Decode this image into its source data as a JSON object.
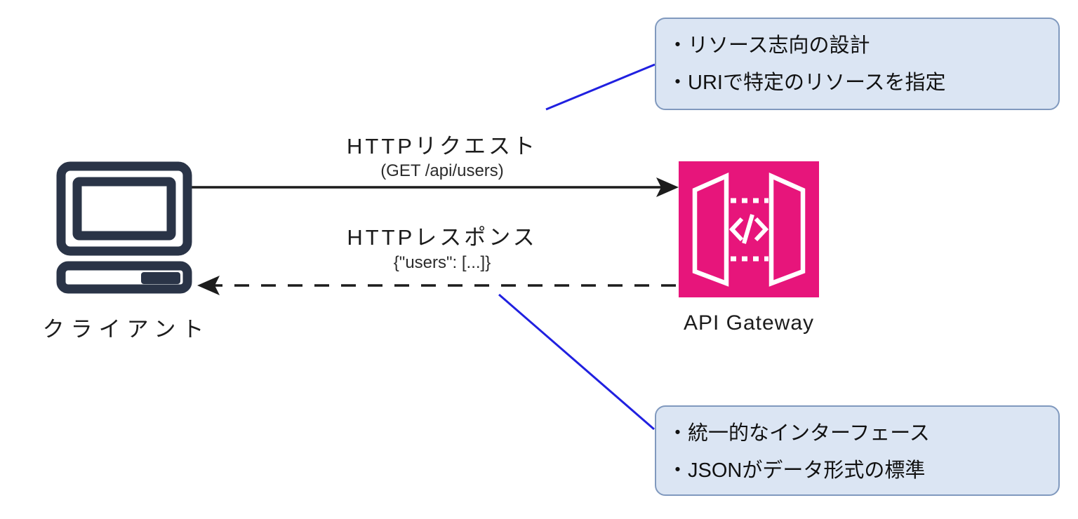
{
  "diagram": {
    "client": {
      "label": "クライアント"
    },
    "gateway": {
      "label": "API Gateway"
    },
    "request": {
      "title": "HTTPリクエスト",
      "subtitle": "(GET /api/users)"
    },
    "response": {
      "title": "HTTPレスポンス",
      "subtitle": "{\"users\": [...]}"
    },
    "callout_top": {
      "lines": [
        "・リソース志向の設計",
        "・URIで特定のリソースを指定"
      ]
    },
    "callout_bottom": {
      "lines": [
        "・統一的なインターフェース",
        "・JSONがデータ形式の標準"
      ]
    },
    "colors": {
      "gateway_pink": "#e7157b",
      "client_dark": "#2a3447",
      "callout_fill": "#dbe5f3",
      "callout_border": "#8099be",
      "connector_blue": "#2020e0",
      "line_black": "#1c1c1c"
    }
  }
}
